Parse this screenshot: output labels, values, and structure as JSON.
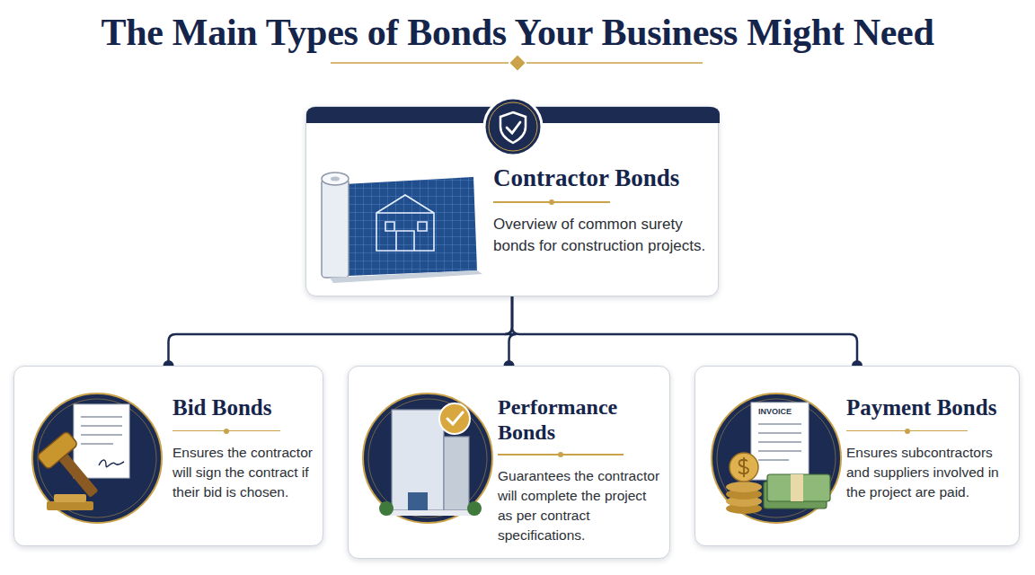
{
  "diagram": {
    "title": "The Main Types of Bonds Your Business Might Need",
    "nodes": [
      {
        "text": [
          "Contractor Bonds",
          "Overview of common surety bonds for construction projects."
        ]
      },
      {
        "text": [
          "Bid Bonds",
          "Ensures the contractor will sign the contract if their bid is chosen."
        ]
      },
      {
        "text": [
          "Performance Bonds",
          "Guarantees the contractor will complete the project as per contract specifications."
        ]
      },
      {
        "text": [
          "Payment Bonds",
          "Ensures subcontractors and suppliers involved in the project are paid."
        ]
      }
    ],
    "edges": [
      {
        "from": 0,
        "to": 1,
        "arrow": "none"
      },
      {
        "from": 0,
        "to": 2,
        "arrow": "none"
      },
      {
        "from": 0,
        "to": 3,
        "arrow": "none"
      }
    ],
    "labels": [
      "INVOICE"
    ]
  }
}
